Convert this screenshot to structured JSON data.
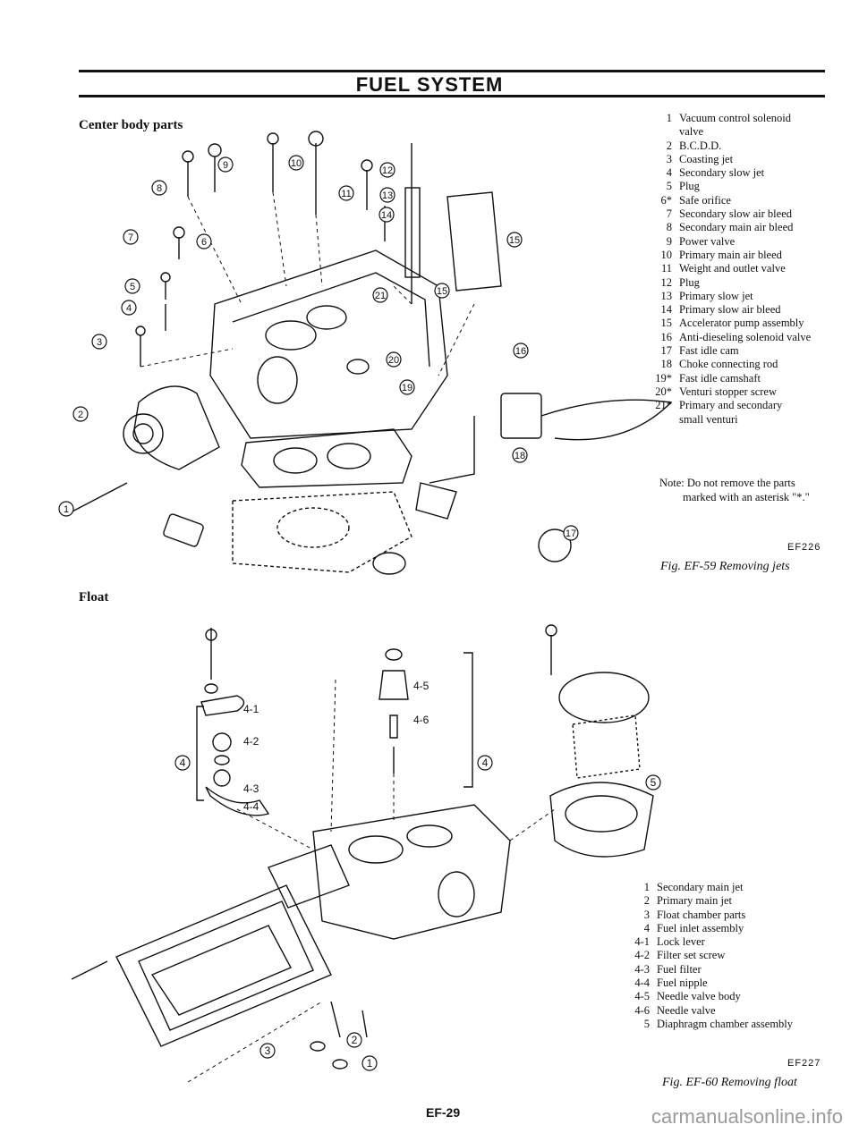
{
  "header": {
    "title": "FUEL SYSTEM"
  },
  "top": {
    "section_label": "Center body parts",
    "legend": [
      {
        "n": "1",
        "t": "Vacuum control solenoid",
        "t2": "valve"
      },
      {
        "n": "2",
        "t": "B.C.D.D."
      },
      {
        "n": "3",
        "t": "Coasting jet"
      },
      {
        "n": "4",
        "t": "Secondary slow jet"
      },
      {
        "n": "5",
        "t": "Plug"
      },
      {
        "n": "6*",
        "t": "Safe orifice"
      },
      {
        "n": "7",
        "t": "Secondary slow air bleed"
      },
      {
        "n": "8",
        "t": "Secondary main air bleed"
      },
      {
        "n": "9",
        "t": "Power valve"
      },
      {
        "n": "10",
        "t": "Primary main air bleed"
      },
      {
        "n": "11",
        "t": "Weight and outlet valve"
      },
      {
        "n": "12",
        "t": "Plug"
      },
      {
        "n": "13",
        "t": "Primary slow jet"
      },
      {
        "n": "14",
        "t": "Primary slow air bleed"
      },
      {
        "n": "15",
        "t": "Accelerator pump assembly"
      },
      {
        "n": "16",
        "t": "Anti-dieseling solenoid valve"
      },
      {
        "n": "17",
        "t": "Fast idle cam"
      },
      {
        "n": "18",
        "t": "Choke connecting rod"
      },
      {
        "n": "19*",
        "t": "Fast idle camshaft"
      },
      {
        "n": "20*",
        "t": "Venturi stopper screw"
      },
      {
        "n": "21*",
        "t": "Primary and secondary",
        "t2": "small venturi"
      }
    ],
    "note_line1": "Note:  Do not remove the parts",
    "note_line2": "marked with an asterisk \"*.\"",
    "figure_code": "EF226",
    "figure_caption": "Fig. EF-59  Removing jets",
    "callouts": [
      "1",
      "2",
      "3",
      "4",
      "5",
      "6",
      "7",
      "8",
      "9",
      "10",
      "11",
      "12",
      "13",
      "14",
      "15",
      "16",
      "17",
      "18",
      "19",
      "20",
      "21"
    ]
  },
  "bottom": {
    "section_label": "Float",
    "legend": [
      {
        "n": "1",
        "t": "Secondary main jet"
      },
      {
        "n": "2",
        "t": "Primary main jet"
      },
      {
        "n": "3",
        "t": "Float chamber parts"
      },
      {
        "n": "4",
        "t": "Fuel inlet assembly"
      },
      {
        "n": "4-1",
        "t": "Lock lever"
      },
      {
        "n": "4-2",
        "t": "Filter set screw"
      },
      {
        "n": "4-3",
        "t": "Fuel filter"
      },
      {
        "n": "4-4",
        "t": "Fuel nipple"
      },
      {
        "n": "4-5",
        "t": "Needle valve body"
      },
      {
        "n": "4-6",
        "t": "Needle valve"
      },
      {
        "n": "5",
        "t": "Diaphragm chamber assembly"
      }
    ],
    "figure_code": "EF227",
    "figure_caption": "Fig. EF-60  Removing float",
    "callouts": {
      "c41": "4-1",
      "c42": "4-2",
      "c43": "4-3",
      "c44": "4-4",
      "c45": "4-5",
      "c46": "4-6",
      "c4a": "4",
      "c4b": "4",
      "c5": "5",
      "c1": "1",
      "c2": "2",
      "c3": "3"
    }
  },
  "footer": {
    "page_number": "EF-29",
    "watermark": "carmanualsonline.info"
  }
}
